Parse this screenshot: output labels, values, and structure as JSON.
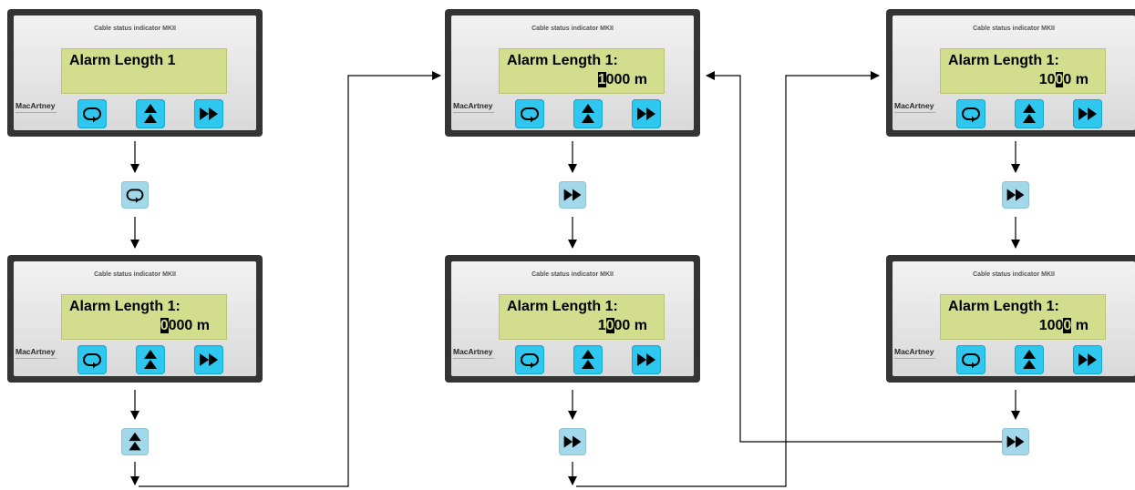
{
  "device": {
    "model": "Cable status indicator MKII",
    "brand": "MacArtney"
  },
  "screens": [
    {
      "line1": "Alarm Length 1",
      "before": "",
      "cursor": "",
      "after": ""
    },
    {
      "line1": "Alarm Length 1:",
      "before": "",
      "cursor": "0",
      "after": "000 m"
    },
    {
      "line1": "Alarm Length 1:",
      "before": "",
      "cursor": "1",
      "after": "000 m"
    },
    {
      "line1": "Alarm Length 1:",
      "before": "1",
      "cursor": "0",
      "after": "00 m"
    },
    {
      "line1": "Alarm Length 1:",
      "before": "10",
      "cursor": "0",
      "after": "0 m"
    },
    {
      "line1": "Alarm Length 1:",
      "before": "100",
      "cursor": "0",
      "after": " m"
    }
  ],
  "icons": {
    "enter": "enter-return-icon",
    "up": "up-arrow-icon",
    "next": "fast-forward-icon"
  },
  "colors": {
    "button": "#2ec7ee",
    "button_pressed": "#a3d8ea",
    "lcd": "#d2de8e",
    "bezel": "#343434"
  }
}
